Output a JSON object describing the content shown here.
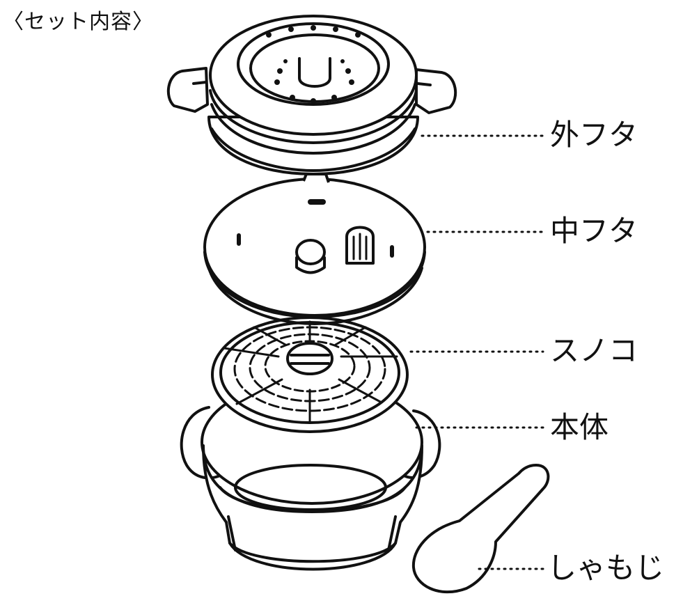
{
  "title": "〈セット内容〉",
  "parts": [
    {
      "label": "外フタ",
      "icon": "outer-lid-icon"
    },
    {
      "label": "中フタ",
      "icon": "inner-lid-icon"
    },
    {
      "label": "スノコ",
      "icon": "steam-rack-icon"
    },
    {
      "label": "本体",
      "icon": "pot-body-icon"
    },
    {
      "label": "しゃもじ",
      "icon": "rice-paddle-icon"
    }
  ],
  "colors": {
    "ink": "#111111",
    "background": "#ffffff"
  }
}
